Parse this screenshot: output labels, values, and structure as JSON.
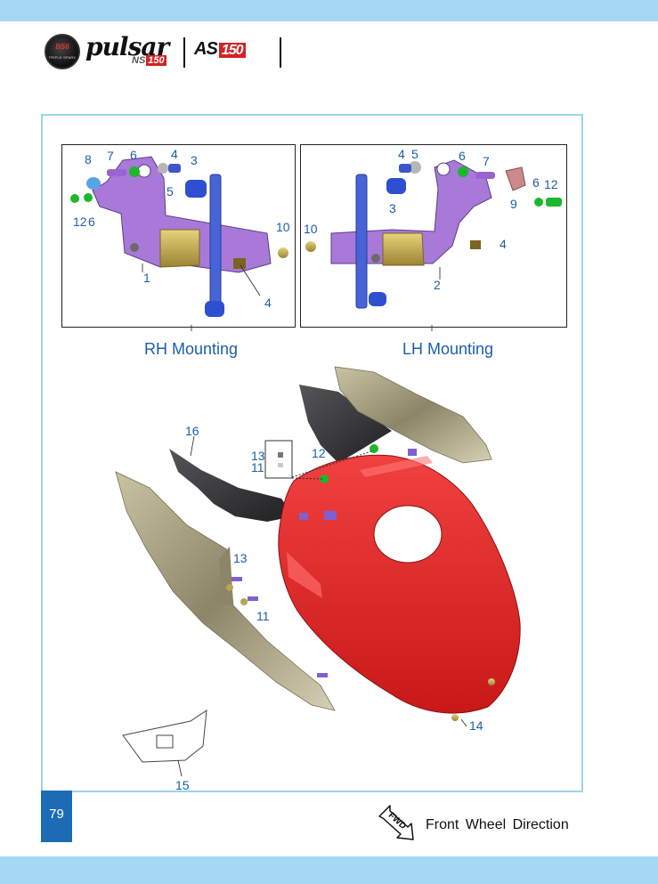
{
  "header": {
    "badge_top": "BS6",
    "badge_bottom": "TRIPLE SPARK",
    "brand": "pulsar",
    "brand_sub": "NS",
    "brand_sub_number": "150",
    "model": "AS",
    "model_number": "150"
  },
  "diagram": {
    "rh_caption": "RH Mounting",
    "lh_caption": "LH Mounting",
    "rh_callouts": [
      "8",
      "7",
      "6",
      "4",
      "3",
      "5",
      "12",
      "6",
      "10",
      "1",
      "4"
    ],
    "lh_callouts": [
      "10",
      "4",
      "5",
      "6",
      "7",
      "3",
      "9",
      "6",
      "12",
      "4",
      "2"
    ],
    "main_callouts": [
      "16",
      "13",
      "11",
      "12",
      "13",
      "11",
      "14",
      "15"
    ]
  },
  "footer": {
    "page_number": "79",
    "fwd_label": "FWD",
    "direction_label": "Front Wheel Direction"
  },
  "colors": {
    "band": "#a5d9f3",
    "frame": "#9cd4ec",
    "callout": "#1c5ea8",
    "page_box": "#1c6bb5",
    "tank_red": "#e22424",
    "bracket_purple": "#a879d8",
    "panel_gold": "#b7b194",
    "panel_dark": "#3a3a3e"
  }
}
